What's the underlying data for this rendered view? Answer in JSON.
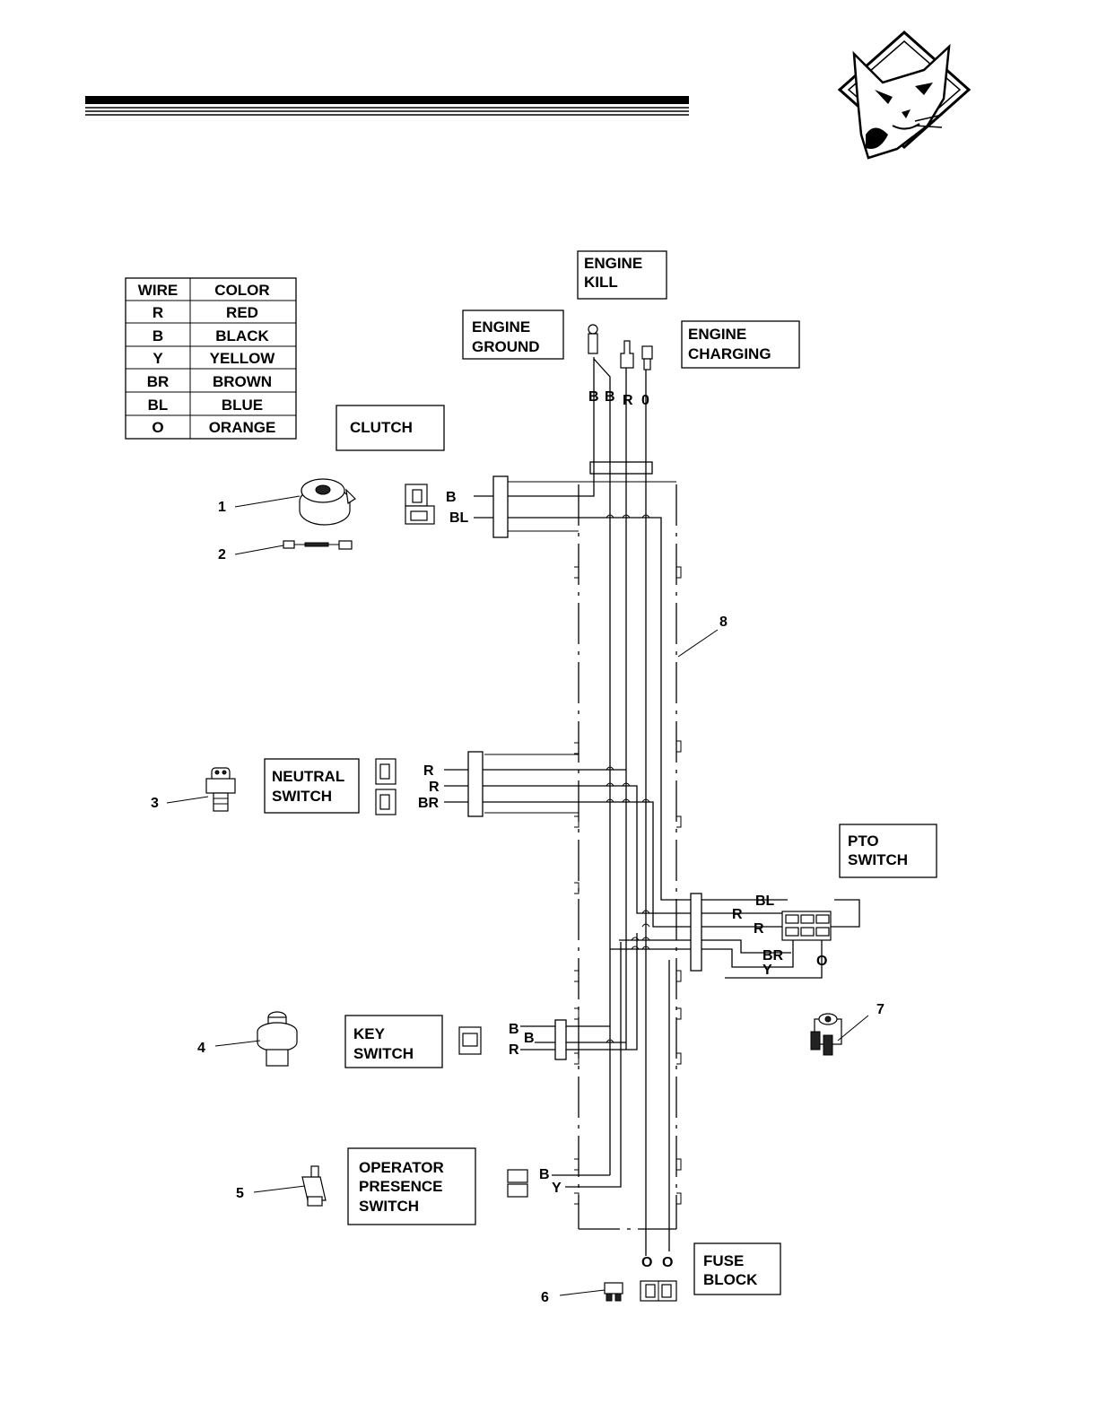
{
  "legend": {
    "headers": [
      "WIRE",
      "COLOR"
    ],
    "rows": [
      {
        "code": "R",
        "color": "RED"
      },
      {
        "code": "B",
        "color": "BLACK"
      },
      {
        "code": "Y",
        "color": "YELLOW"
      },
      {
        "code": "BR",
        "color": "BROWN"
      },
      {
        "code": "BL",
        "color": "BLUE"
      },
      {
        "code": "O",
        "color": "ORANGE"
      }
    ]
  },
  "components": {
    "engine_kill": [
      "ENGINE",
      "KILL"
    ],
    "engine_ground": [
      "ENGINE",
      "GROUND"
    ],
    "engine_charging": [
      "ENGINE",
      "CHARGING"
    ],
    "clutch": [
      "CLUTCH"
    ],
    "neutral_switch": [
      "NEUTRAL",
      "SWITCH"
    ],
    "pto_switch": [
      "PTO",
      "SWITCH"
    ],
    "key_switch": [
      "KEY",
      "SWITCH"
    ],
    "operator_presence_switch": [
      "OPERATOR",
      "PRESENCE",
      "SWITCH"
    ],
    "fuse_block": [
      "FUSE",
      "BLOCK"
    ]
  },
  "wire_labels": {
    "engine_top": [
      "B",
      "B",
      "R",
      "0"
    ],
    "clutch": [
      "B",
      "BL"
    ],
    "neutral": [
      "R",
      "R",
      "BR"
    ],
    "pto": [
      "BL",
      "R",
      "R",
      "BR",
      "Y",
      "O"
    ],
    "key": [
      "B",
      "B",
      "R"
    ],
    "operator": [
      "B",
      "Y"
    ],
    "fuse": [
      "O",
      "O"
    ]
  },
  "callouts": [
    "1",
    "2",
    "3",
    "4",
    "5",
    "6",
    "7",
    "8"
  ],
  "icons": {
    "logo": "cat-head-logo",
    "clutch_part": "electric-clutch-icon",
    "wire_part": "jumper-wire-icon",
    "neutral_part": "neutral-switch-icon",
    "key_part": "key-switch-icon",
    "operator_part": "operator-presence-switch-icon",
    "fuse_part": "fuse-icon",
    "pto_part": "pto-switch-icon"
  }
}
